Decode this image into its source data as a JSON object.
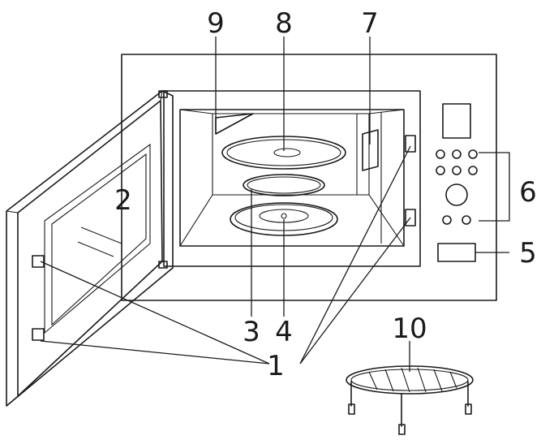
{
  "diagram": {
    "callouts": [
      {
        "id": "1",
        "label": "1"
      },
      {
        "id": "2",
        "label": "2"
      },
      {
        "id": "3",
        "label": "3"
      },
      {
        "id": "4",
        "label": "4"
      },
      {
        "id": "5",
        "label": "5"
      },
      {
        "id": "6",
        "label": "6"
      },
      {
        "id": "7",
        "label": "7"
      },
      {
        "id": "8",
        "label": "8"
      },
      {
        "id": "9",
        "label": "9"
      },
      {
        "id": "10",
        "label": "10"
      }
    ],
    "colors": {
      "stroke": "#1a1a1a",
      "background": "#ffffff"
    }
  }
}
